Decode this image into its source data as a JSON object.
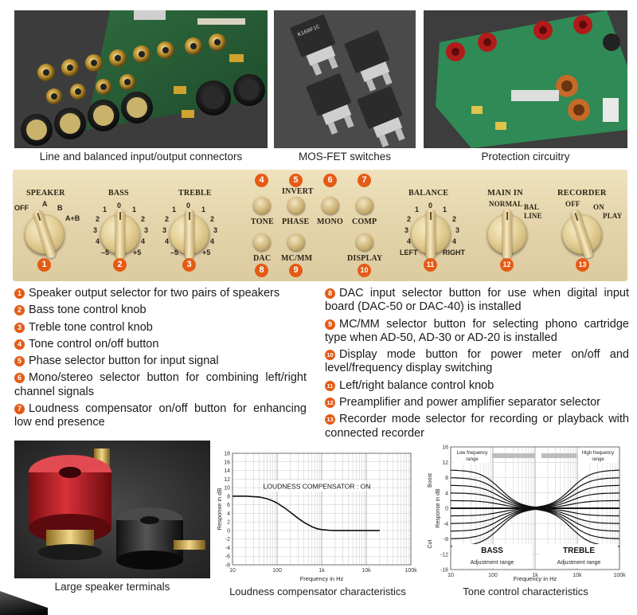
{
  "top_photos": {
    "connectors_caption": "Line and balanced input/output connectors",
    "mosfet_caption": "MOS-FET switches",
    "protection_caption": "Protection circuitry",
    "mosfet_chip_text": "K160F1C"
  },
  "panel": {
    "speaker": {
      "label": "SPEAKER",
      "off": "OFF",
      "a": "A",
      "b": "B",
      "ab": "A+B",
      "num": "1"
    },
    "bass": {
      "label": "BASS",
      "marks": [
        "0",
        "1",
        "1",
        "2",
        "2",
        "3",
        "3",
        "4",
        "4",
        "–5",
        "+5"
      ],
      "num": "2"
    },
    "treble": {
      "label": "TREBLE",
      "marks": [
        "1",
        "0",
        "1",
        "2",
        "2",
        "3",
        "3",
        "4",
        "4",
        "–5",
        "+5"
      ],
      "num": "3"
    },
    "tone": {
      "label": "TONE",
      "num": "4"
    },
    "phase": {
      "label": "PHASE",
      "top": "INVERT",
      "num": "5"
    },
    "mono": {
      "label": "MONO",
      "num": "6"
    },
    "comp": {
      "label": "COMP",
      "num": "7"
    },
    "dac": {
      "label": "DAC",
      "num": "8"
    },
    "mcmm": {
      "label": "MC/MM",
      "num": "9"
    },
    "display": {
      "label": "DISPLAY",
      "num": "10"
    },
    "balance": {
      "label": "BALANCE",
      "marks": [
        "1",
        "0",
        "1",
        "2",
        "2",
        "3",
        "3",
        "4",
        "4"
      ],
      "left": "LEFT",
      "right": "RIGHT",
      "num": "11"
    },
    "main_in": {
      "label": "MAIN IN",
      "normal": "NORMAL",
      "bal": "BAL",
      "line": "LINE",
      "num": "12"
    },
    "recorder": {
      "label": "RECORDER",
      "off": "OFF",
      "on": "ON",
      "play": "PLAY",
      "num": "13"
    }
  },
  "descriptions_left": [
    {
      "num": "1",
      "text": "Speaker output selector for two pairs of speakers"
    },
    {
      "num": "2",
      "text": "Bass tone control knob"
    },
    {
      "num": "3",
      "text": "Treble tone control knob"
    },
    {
      "num": "4",
      "text": "Tone control on/off button"
    },
    {
      "num": "5",
      "text": "Phase selector button for input signal"
    },
    {
      "num": "6",
      "text": "Mono/stereo selector button for combining left/right channel signals"
    },
    {
      "num": "7",
      "text": "Loudness compensator on/off button for enhancing low end presence"
    }
  ],
  "descriptions_right": [
    {
      "num": "8",
      "text": "DAC input selector button for use when digital input board (DAC-50 or DAC-40) is installed"
    },
    {
      "num": "9",
      "text": "MC/MM selector button for selecting phono cartridge type when AD-50, AD-30 or AD-20 is installed"
    },
    {
      "num": "10",
      "text": "Display mode button for power meter on/off and level/frequency display switching"
    },
    {
      "num": "11",
      "text": "Left/right balance control knob"
    },
    {
      "num": "12",
      "text": "Preamplifier and power amplifier separator selector"
    },
    {
      "num": "13",
      "text": "Recorder mode selector for recording or playback with connected recorder"
    }
  ],
  "bottom": {
    "terminals_caption": "Large speaker terminals",
    "loudness_caption": "Loudness compensator characteristics",
    "tone_caption": "Tone control characteristics"
  },
  "chart_data": [
    {
      "type": "line",
      "annotation": "LOUDNESS COMPENSATOR : ON",
      "xlabel": "Frequency in Hz",
      "ylabel": "Response in dB",
      "xscale": "log",
      "xlim": [
        10,
        100000
      ],
      "ylim": [
        -8,
        18
      ],
      "x_ticks": [
        "10",
        "100",
        "1k",
        "10k",
        "100k"
      ],
      "y_ticks": [
        "18",
        "16",
        "14",
        "12",
        "10",
        "8",
        "6",
        "4",
        "2",
        "0",
        "-2",
        "-4",
        "-6",
        "-8"
      ],
      "grid": true,
      "series": [
        {
          "x": [
            10,
            20,
            40,
            60,
            80,
            100,
            150,
            200,
            300,
            400,
            600,
            800,
            1000,
            1500,
            2000,
            5000,
            10000,
            20000
          ],
          "values": [
            8,
            8,
            7.8,
            7.4,
            6.9,
            6.4,
            5.2,
            4.2,
            2.8,
            1.9,
            0.9,
            0.4,
            0.2,
            0.05,
            0,
            0,
            0,
            0
          ]
        }
      ]
    },
    {
      "type": "line",
      "xlabel": "Frequency in Hz",
      "ylabel": "Response in dB",
      "ylabel_top": "Boost",
      "ylabel_bottom": "Cut",
      "xscale": "log",
      "xlim": [
        10,
        100000
      ],
      "ylim": [
        -16,
        16
      ],
      "x_ticks": [
        "10",
        "100",
        "1k",
        "10k",
        "100k"
      ],
      "y_ticks": [
        "16",
        "12",
        "8",
        "4",
        "0",
        "-4",
        "-8",
        "-12",
        "-16"
      ],
      "grid": true,
      "annotations": {
        "low_range": "Low frequency range",
        "high_range": "High frequency range",
        "bass": "BASS",
        "treble": "TREBLE",
        "bass_adjust": "Adjustment range",
        "treble_adjust": "Adjustment range"
      },
      "bass_levels": [
        10,
        8,
        6,
        4,
        2,
        -2,
        -4,
        -6,
        -8,
        -10
      ],
      "treble_levels": [
        10,
        8,
        6,
        4,
        2,
        -2,
        -4,
        -6,
        -8,
        -10
      ],
      "bass_corner_hz": 150,
      "treble_corner_hz": 7000
    }
  ]
}
